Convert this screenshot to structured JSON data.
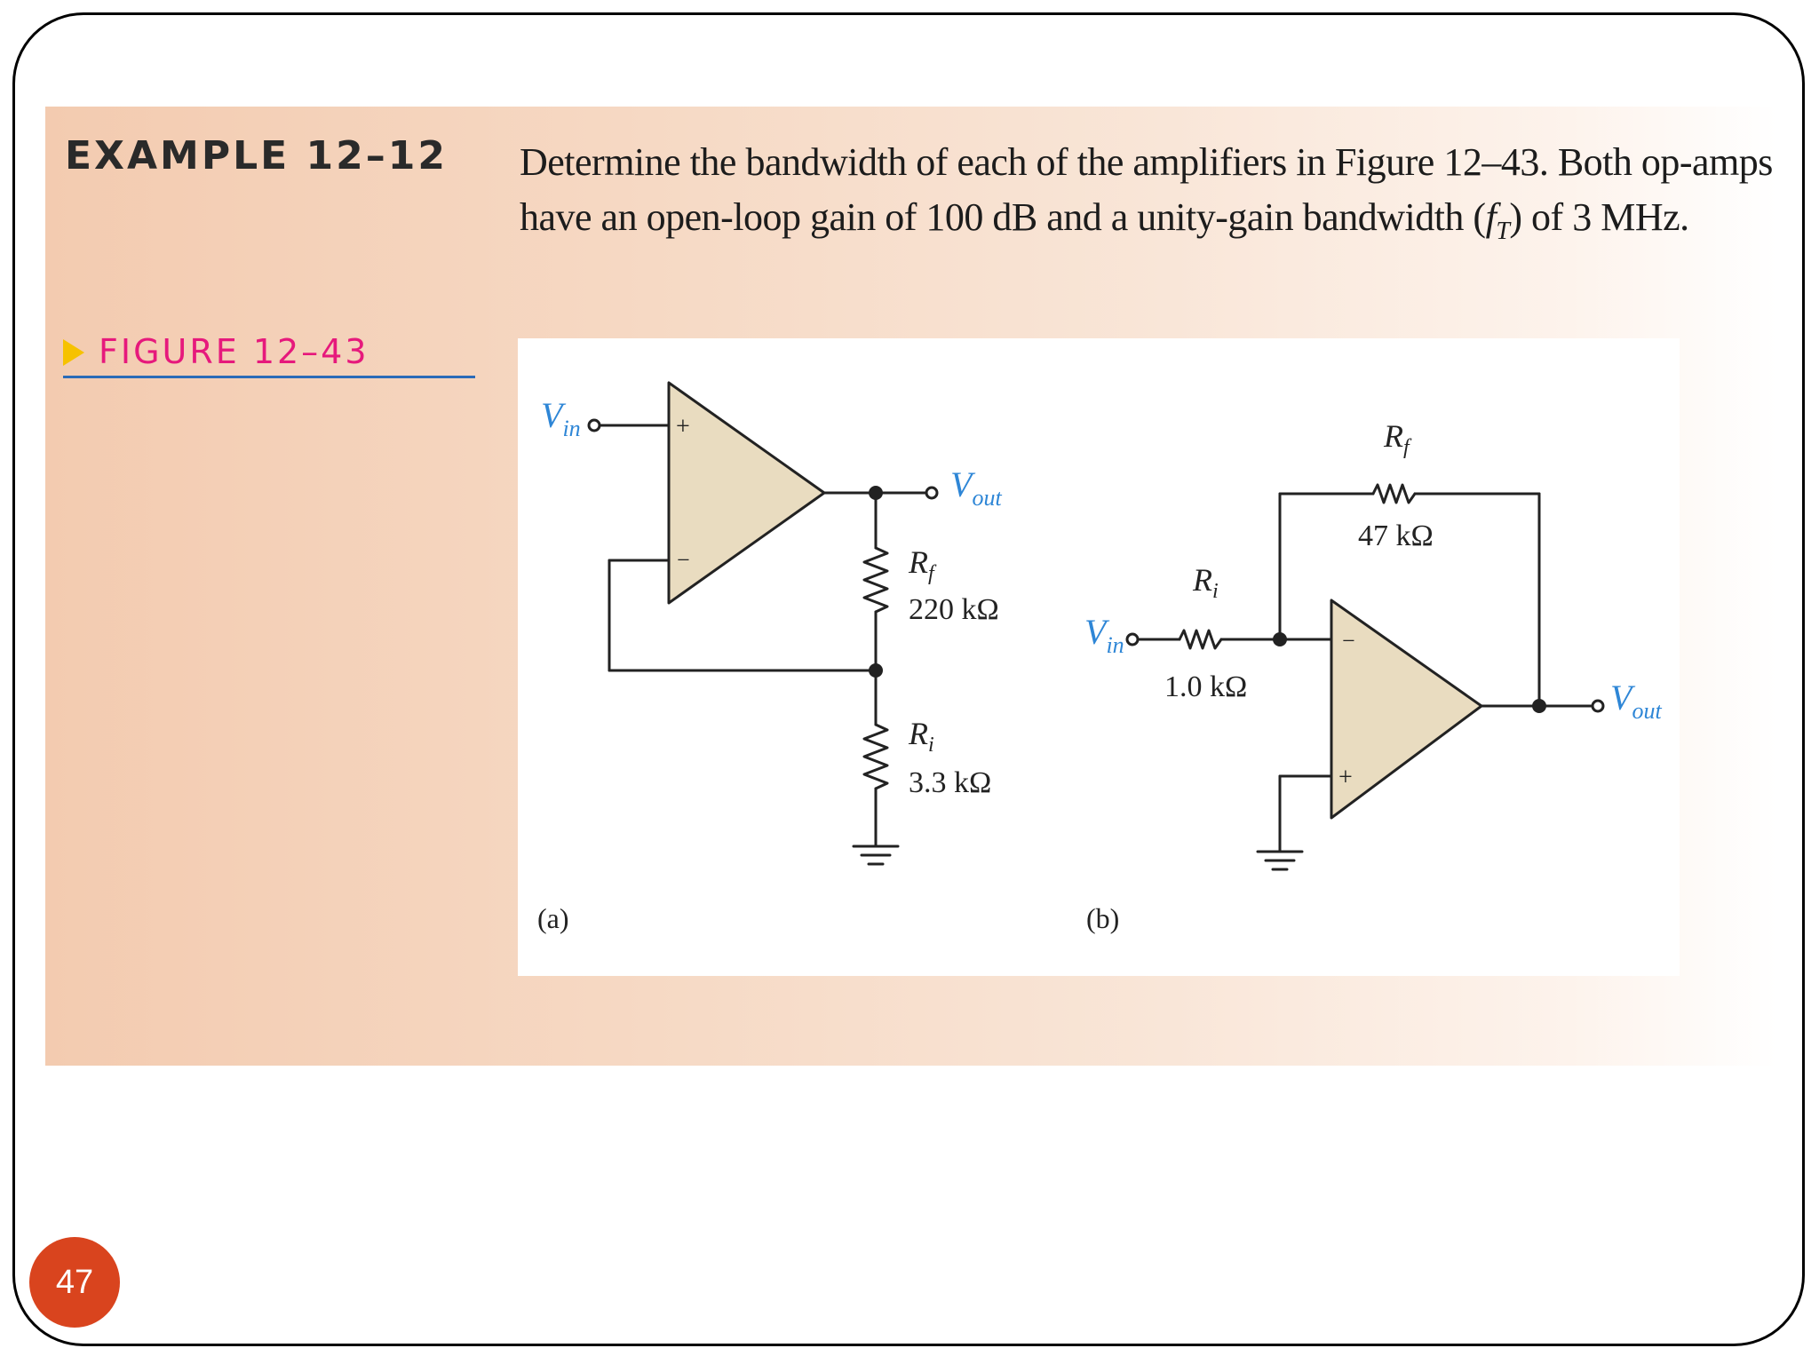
{
  "example": {
    "title": "EXAMPLE 12–12",
    "text_line1": "Determine the bandwidth of each of the amplifiers in Figure 12–43. Both op-amps",
    "text_line2_a": "have an open-loop gain of 100 dB and a unity-gain bandwidth (",
    "text_line2_f": "f",
    "text_line2_sub": "T",
    "text_line2_b": ") of 3 MHz."
  },
  "figure": {
    "caption": "FIGURE 12–43",
    "circuit_a": {
      "label": "(a)",
      "vin": "V",
      "vin_sub": "in",
      "vout": "V",
      "vout_sub": "out",
      "plus": "+",
      "minus": "−",
      "rf_name": "R",
      "rf_sub": "f",
      "rf_value": "220 kΩ",
      "ri_name": "R",
      "ri_sub": "i",
      "ri_value": "3.3 kΩ"
    },
    "circuit_b": {
      "label": "(b)",
      "vin": "V",
      "vin_sub": "in",
      "vout": "V",
      "vout_sub": "out",
      "plus": "+",
      "minus": "−",
      "rf_name": "R",
      "rf_sub": "f",
      "rf_value": "47 kΩ",
      "ri_name": "R",
      "ri_sub": "i",
      "ri_value": "1.0 kΩ"
    }
  },
  "slide": {
    "page_number": "47"
  },
  "colors": {
    "opamp_fill": "#e9dcc0",
    "signal_label": "#2e86d6",
    "caption_pink": "#e6197c",
    "caption_arrow": "#f6c200",
    "badge": "#d9441e"
  }
}
